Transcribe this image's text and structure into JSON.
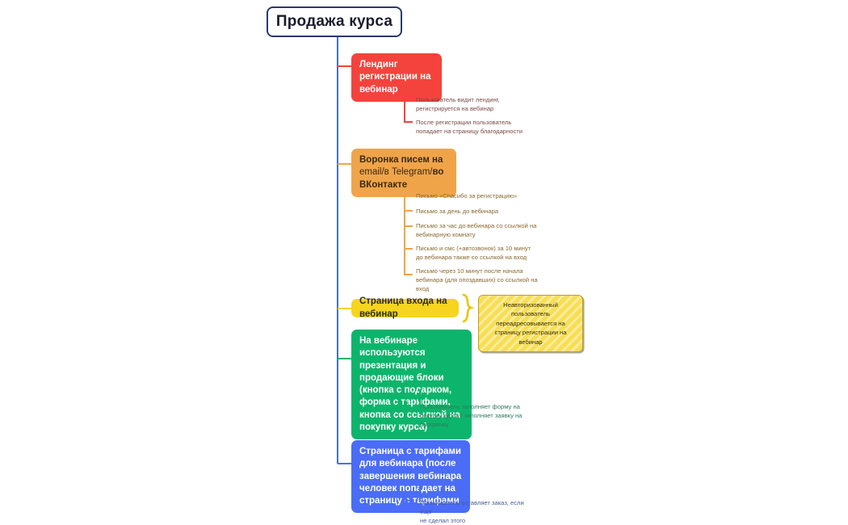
{
  "map": {
    "root": {
      "label": "Продажа курса",
      "border_color": "#2b3a67",
      "trunk_color": "#3f6fe0"
    },
    "branches": [
      {
        "id": "landing",
        "color": "#f4433d",
        "label": "Лендинг регистрации на вебинар",
        "children": [
          "Пользователь видит лендинг,\nрегистрируется на вебинар",
          "После регистрации пользователь\nпопадает на страницу благодарности"
        ]
      },
      {
        "id": "email-funnel",
        "color": "#f0a44a",
        "label_part_1": "Воронка писем на ",
        "label_part_2": "email/в Telegram/",
        "label_part_3": "во ВКонтакте",
        "children": [
          "Письмо «Спасибо за регистрацию»",
          "Письмо за день до вебинара",
          "Письмо за час до вебинара со ссылкой на\nвебинарную комнату",
          "Письмо и смс (+автозвонок) за 10 минут\nдо вебинара также со ссылкой на вход",
          "Письмо через 10 минут после начала\nвебинара (для опоздавших) со ссылкой на\nвход"
        ]
      },
      {
        "id": "login-page",
        "color": "#f6d41f",
        "label": "Страница входа на вебинар",
        "callout": "Неавторизованный пользователь переадресовывается на страницу регистрации на вебинар",
        "children": []
      },
      {
        "id": "webinar",
        "color": "#0cb56b",
        "label": "На вебинаре используются презентация и продающие блоки (кнопка с подарком, форма с тарифами, кнопка со ссылкой на покупку курса)",
        "children": [
          "Пользователь заполняет форму на\nпокупку курса / заполняет заявку на\nрассрочку"
        ]
      },
      {
        "id": "pricing-page",
        "color": "#4a6cf7",
        "label": "Страница с тарифами для вебинара (после завершения вебинара человек попадает на страницу с тарифами",
        "children": [
          "Пользователь оставляет заказ, если ещё\nне сделал этого"
        ]
      }
    ]
  }
}
